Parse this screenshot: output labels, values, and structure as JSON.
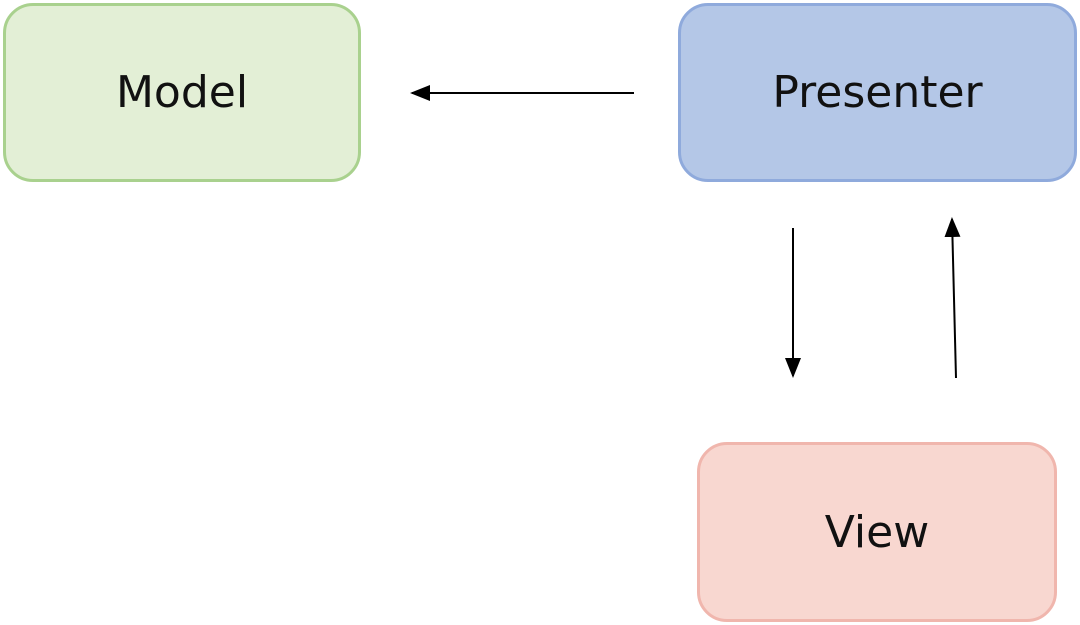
{
  "nodes": {
    "model": {
      "label": "Model",
      "fill": "#e3efd6",
      "border": "#a9d18e"
    },
    "presenter": {
      "label": "Presenter",
      "fill": "#b4c7e7",
      "border": "#8faadc"
    },
    "view": {
      "label": "View",
      "fill": "#f8d7d0",
      "border": "#f0b6ad"
    }
  },
  "edges": [
    {
      "from": "presenter",
      "to": "model"
    },
    {
      "from": "presenter",
      "to": "view"
    },
    {
      "from": "view",
      "to": "presenter"
    }
  ],
  "arrow_color": "#000000"
}
